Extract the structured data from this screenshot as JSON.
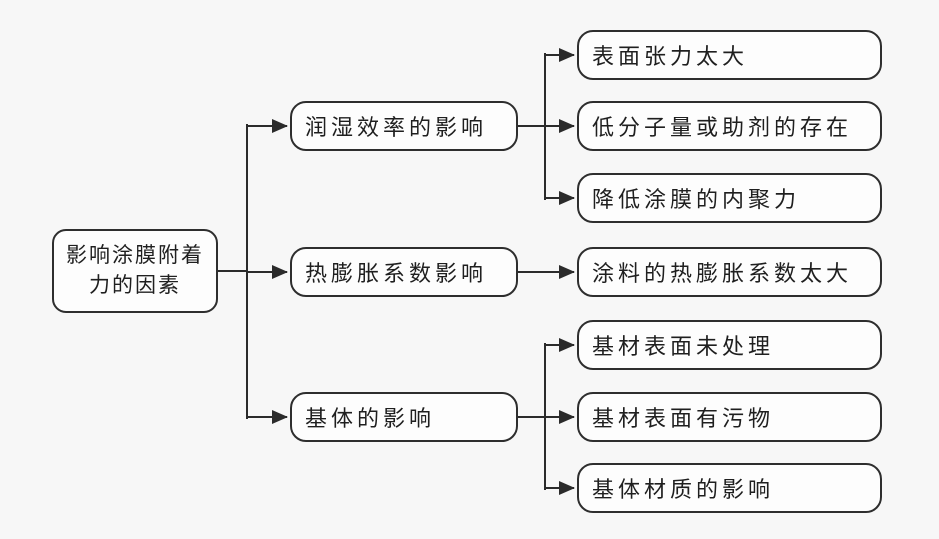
{
  "diagram": {
    "title": "影响涂膜附着力的因素",
    "root": {
      "label": "影响涂膜附着力的因素",
      "lines": [
        "影响涂膜附着",
        "力的因素"
      ]
    },
    "branches": [
      {
        "label": "润湿效率的影响",
        "children": [
          "表面张力太大",
          "低分子量或助剂的存在",
          "降低涂膜的内聚力"
        ]
      },
      {
        "label": "热膨胀系数影响",
        "children": [
          "涂料的热膨胀系数太大"
        ]
      },
      {
        "label": "基体的影响",
        "children": [
          "基材表面未处理",
          "基材表面有污物",
          "基体材质的影响"
        ]
      }
    ],
    "colors": {
      "background": "#f7f7f7",
      "box_fill": "#fdfdfd",
      "box_border": "#2e2e2e",
      "line": "#2b2b2b",
      "text": "#1f1f1f"
    }
  }
}
